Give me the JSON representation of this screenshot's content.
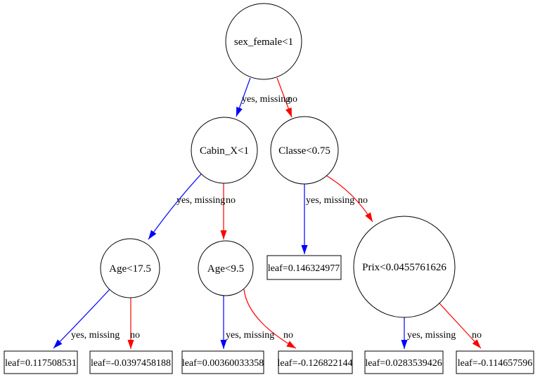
{
  "diagram": {
    "type": "decision-tree",
    "colors": {
      "background": "#ffffff",
      "node_border": "#000000",
      "text": "#000000",
      "yes_missing_edge": "#0000ff",
      "no_edge": "#ff0000"
    }
  },
  "edge_labels": {
    "yes": "yes, missing",
    "no": "no"
  },
  "nodes": {
    "sex_female": {
      "label": "sex_female<1",
      "shape": "circle"
    },
    "cabin_x": {
      "label": "Cabin_X<1",
      "shape": "circle"
    },
    "classe": {
      "label": "Classe<0.75",
      "shape": "circle"
    },
    "age17": {
      "label": "Age<17.5",
      "shape": "circle"
    },
    "age9": {
      "label": "Age<9.5",
      "shape": "circle"
    },
    "prix": {
      "label": "Prix<0.0455761626",
      "shape": "circle"
    },
    "leaf_classe_yes": {
      "label": "leaf=0.146324977",
      "shape": "box"
    },
    "leaf_age17_yes": {
      "label": "leaf=0.117508531",
      "shape": "box"
    },
    "leaf_age17_no": {
      "label": "leaf=-0.0397458188",
      "shape": "box"
    },
    "leaf_age9_yes": {
      "label": "leaf=0.00360033358",
      "shape": "box"
    },
    "leaf_age9_no": {
      "label": "leaf=-0.126822144",
      "shape": "box"
    },
    "leaf_prix_yes": {
      "label": "leaf=0.0283539426",
      "shape": "box"
    },
    "leaf_prix_no": {
      "label": "leaf=-0.114657596",
      "shape": "box"
    }
  },
  "edges": [
    {
      "from": "sex_female",
      "to": "cabin_x",
      "label": "yes, missing",
      "color": "#0000ff"
    },
    {
      "from": "sex_female",
      "to": "classe",
      "label": "no",
      "color": "#ff0000"
    },
    {
      "from": "cabin_x",
      "to": "age17",
      "label": "yes, missing",
      "color": "#0000ff"
    },
    {
      "from": "cabin_x",
      "to": "age9",
      "label": "no",
      "color": "#ff0000"
    },
    {
      "from": "classe",
      "to": "leaf_classe_yes",
      "label": "yes, missing",
      "color": "#0000ff"
    },
    {
      "from": "classe",
      "to": "prix",
      "label": "no",
      "color": "#ff0000"
    },
    {
      "from": "age17",
      "to": "leaf_age17_yes",
      "label": "yes, missing",
      "color": "#0000ff"
    },
    {
      "from": "age17",
      "to": "leaf_age17_no",
      "label": "no",
      "color": "#ff0000"
    },
    {
      "from": "age9",
      "to": "leaf_age9_yes",
      "label": "yes, missing",
      "color": "#0000ff"
    },
    {
      "from": "age9",
      "to": "leaf_age9_no",
      "label": "no",
      "color": "#ff0000"
    },
    {
      "from": "prix",
      "to": "leaf_prix_yes",
      "label": "yes, missing",
      "color": "#0000ff"
    },
    {
      "from": "prix",
      "to": "leaf_prix_no",
      "label": "no",
      "color": "#ff0000"
    }
  ]
}
